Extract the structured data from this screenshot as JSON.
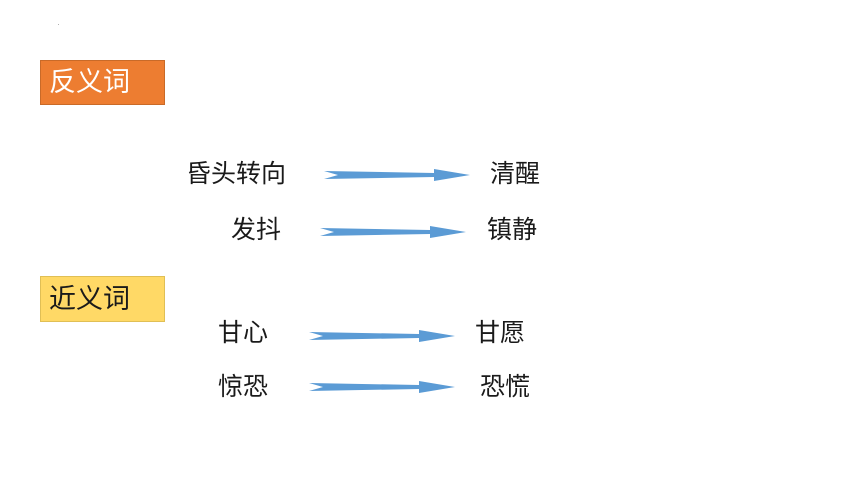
{
  "sections": {
    "antonyms": {
      "label": "反义词",
      "color": "#ED7D31",
      "pairs": [
        {
          "left": "昏头转向",
          "right": "清醒"
        },
        {
          "left": "发抖",
          "right": "镇静"
        }
      ]
    },
    "synonyms": {
      "label": "近义词",
      "color": "#FFD966",
      "pairs": [
        {
          "left": "甘心",
          "right": "甘愿"
        },
        {
          "left": "惊恐",
          "right": "恐慌"
        }
      ]
    }
  },
  "arrow_color": "#5B9BD5"
}
